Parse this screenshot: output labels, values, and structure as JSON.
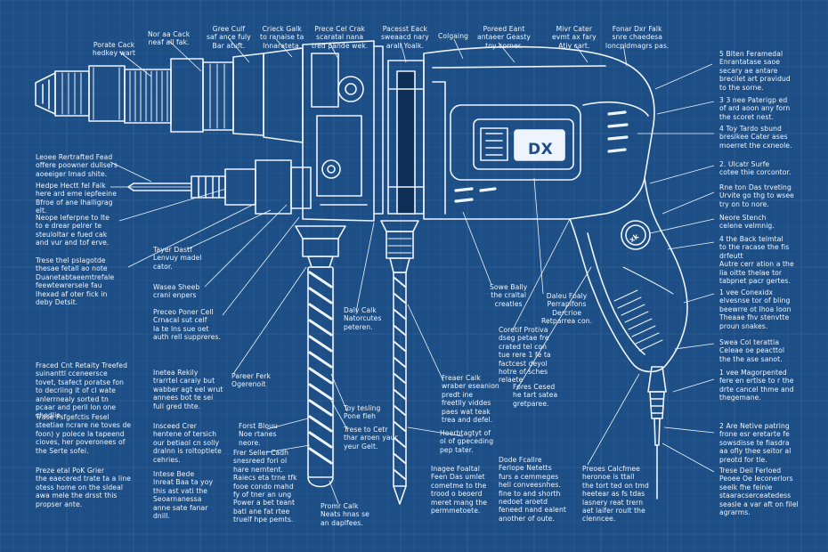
{
  "colors": {
    "background": "#1d4f86",
    "line": "#eef4fb",
    "shade": "#9fb9d6"
  },
  "brand_text": "DX",
  "dial_text": "xk",
  "labels": [
    {
      "id": "l01",
      "text": "Porate Cack\nhedkey wart"
    },
    {
      "id": "l02",
      "text": "Nor aa Cack\nneaf all fak."
    },
    {
      "id": "l03",
      "text": "Gree Culf\nsaf ance fuly\nBar atuft."
    },
    {
      "id": "l04",
      "text": "Crieck Galk\nto ranaise ta\nInnarateta."
    },
    {
      "id": "l05",
      "text": "Prece Cel Crak\nscaratal nana\ntred pande wek."
    },
    {
      "id": "l06",
      "text": "Pacesst Eack\nsweaacd nary\narall Yoalk."
    },
    {
      "id": "l07",
      "text": "Colgaing"
    },
    {
      "id": "l08",
      "text": "Poreed Eant\nantaeer Geasty\ntoy corner."
    },
    {
      "id": "l09",
      "text": "Mivr Cater\nevmt ax fary\nAtiy cart."
    },
    {
      "id": "l10",
      "text": "Fonar Dxr Falk\nsnre chaedesa\nloncpldmagrs pas."
    },
    {
      "id": "l11",
      "text": "5 Blten Feramedal\nEnrantatase saoe\nsecary ae antare\nbrecilet art pravidud\nto the sorne."
    },
    {
      "id": "l12",
      "text": "3 3 nee Paterigp ed\nof ard aoon any forn\nthe scoret nest."
    },
    {
      "id": "l13",
      "text": "4 Toy Tardo sbund\nbresikee Cater ases\nmoerret the cxneole."
    },
    {
      "id": "l14",
      "text": "2. Ulcatr Surfe\ncotee thie corcontor."
    },
    {
      "id": "l15",
      "text": "Rne ton Das trveting\nUrvite go thg to wsee\ntry on to nore."
    },
    {
      "id": "l16",
      "text": "Neore Stench\ncelene velmnig."
    },
    {
      "id": "l17",
      "text": "4 the Back telmtal\nto the racase the fis\ndrfeutt\nAutre cerr ation a the\nlia oitte thelae tor\ntabpnet pacr gertes."
    },
    {
      "id": "l18",
      "text": "1 vee Conexidx\nelvesnse tor of bling\nbeewrre ot Ihoa Ioon\nTheaae fhv stenvtte\nproun snakes."
    },
    {
      "id": "l19",
      "text": "Swea Col terattia\nCeleae oe peacttol\nthe the ase sanot."
    },
    {
      "id": "l20",
      "text": "1 vee Magorpented\nfere en ertlse to r the\ndrte cancel thme and\nthegemane."
    },
    {
      "id": "l21",
      "text": "2 Are Netive patring\nfrone esr eretarte fe\nsowsdisse te fiasdra\naa ofly thee seitor al\npreotd for tle."
    },
    {
      "id": "l22",
      "text": "Trese Deil Ferloed\nPeoee Oe Ieconerlors\nseelk fhe feinie\nstaaracserceatedess\nseasle a var aft on filel\nagrarms."
    },
    {
      "id": "l23",
      "text": "Leoee Rertrafted Fead\noffere poowner dullsers\naoeeiger Imad shite."
    },
    {
      "id": "l24",
      "text": "Hedpe Hectt fel Falk\nhere ard eme iepfeeine\nBfroe of ane Ihalligrag\nelt."
    },
    {
      "id": "l25",
      "text": "Neope Ieferpne to Ite\nto e drear pelrer te\nsteuloltar e fued cak\nand vur and tof erve."
    },
    {
      "id": "l26",
      "text": "Trese thel pslagotde\nthesae fetall ao note\nDuanetabtaeemtrefale\nfeewtewrersele fau\nIhexad af oter fick in\ndeby Detsit."
    },
    {
      "id": "l27",
      "text": "Tayer Dastf\nLenvuy madel\ncator."
    },
    {
      "id": "l28",
      "text": "Wasea Sheeb\ncrani enpers"
    },
    {
      "id": "l29",
      "text": "Preceo Poner Cell\nCrnacal sut celf\nIa te lns sue oet\nauth rell suppreres."
    },
    {
      "id": "l30",
      "text": "Sowe Bally\nthe craltal\ncreatles"
    },
    {
      "id": "l31",
      "text": "Daleu Foaly\nPerrapifons\nDercrioe\nRetparrea con."
    },
    {
      "id": "l32",
      "text": "Daly Calk\nNatorcutes\npeteren."
    },
    {
      "id": "l33",
      "text": "Coretif Protiva\ndseg petae fre\ncrated tel con\ntue rere 1 fe ta\nfactcest deyol\nhotre of sches\nrelaete"
    },
    {
      "id": "l34",
      "text": "Fraced Cnt Retaity Treefed\nsuinanttl cceneersce\ntovet, tsafect poratse fon\nto decriing it of cl wate\nanlerrnealy sorted tn\npcaar and peril lon one\nchedlie."
    },
    {
      "id": "l35",
      "text": "Inetea Rekily\ntrarrtel caraly but\nwabber agt eel wrut\nannees bot te sei\nfull gred thte."
    },
    {
      "id": "l36",
      "text": "Pareer Ferk\nOgerenoit"
    },
    {
      "id": "l37",
      "text": "Freaer Calk\nwraber eseanion\npredt ine\nfreetlly viddes\npaes wat teak\ntrea and defel."
    },
    {
      "id": "l38",
      "text": "Fores Cesed\nhe tart satea\ngretparee."
    },
    {
      "id": "l39",
      "text": "Toy tesling\nPone fleh"
    },
    {
      "id": "l40",
      "text": "Trase Fsfgefctis Fesel\nsteetiae ncrare ne toves de\nfoon) y polece la tapeend\ncioves, her poveronees of\nthe Serte sofei."
    },
    {
      "id": "l41",
      "text": "Insceed Crer\nhentene of tersich\nour betiaol cn solly\ndralnn is roltoptlete\ncehries."
    },
    {
      "id": "l42",
      "text": "Forst Blouu\nNoe rtanes\nneore."
    },
    {
      "id": "l43",
      "text": "Trese to Cetr\nthar aroen yaur\nyeur Gelt."
    },
    {
      "id": "l44",
      "text": "Heerbtagtyt of\nol of gpeceding\npep tater."
    },
    {
      "id": "l45",
      "text": "Preze etal PoK Grier\nthe eaecered trate ta a line\notess home on the sldeal\nawa mele the drsst this\npropser ante."
    },
    {
      "id": "l46",
      "text": "Intese Bede\nInreat Baa ta yoy\nthis ast vati the\nSeoarnanessa\nanne sate fanar\ndnill."
    },
    {
      "id": "l47",
      "text": "Frer Seller Cadh\nsnesreed fori ol\nhare nerntent.\nRaiecs eta trne tfk\nfooe condo mahd\nfy of tner an ung\nPower a bet teant\nbatl ane fat rtee\ntruelf hpe pemts."
    },
    {
      "id": "l48",
      "text": "Inagee Foaltal\nFeen Das umlet\ncometme to the\ntrood o beoerd\nmeret mang the\npermmetoete."
    },
    {
      "id": "l49",
      "text": "Dode Fcallre\nFerlope Netetts\nfurs a cemmeges\nhell conveesnhes.\nfine to and shorth\nnedoet aroetd\nfeneed nand ealent\nanother of oute."
    },
    {
      "id": "l50",
      "text": "Preoes Calcfmee\nheronoe is ttall\nthe tort ted on tmd\nheetear as fs tdas\nlasnery reat trern\naet laifer roult the\nclenncee."
    },
    {
      "id": "l51",
      "text": "Promr Calk\nNeats hnas se\nan daplfees."
    }
  ]
}
